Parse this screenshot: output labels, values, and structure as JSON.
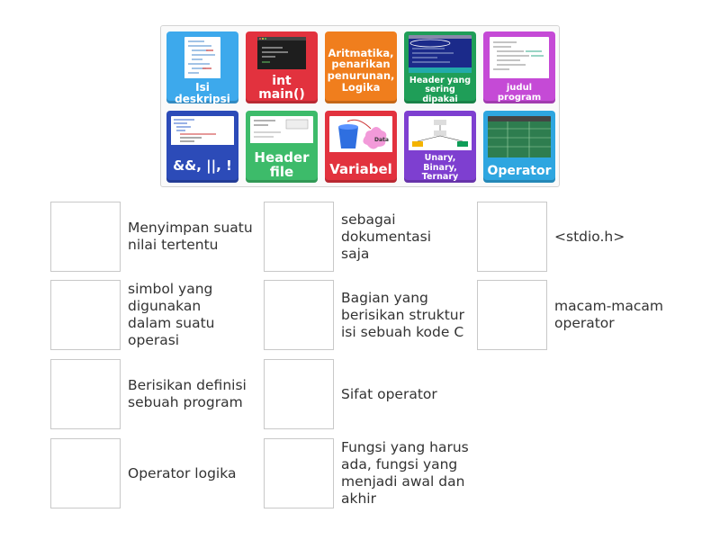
{
  "tiles": [
    {
      "label": "Isi deskripsi",
      "color": "#3da9ec",
      "thumb": "code-listing-image"
    },
    {
      "label": "int main()",
      "color": "#e2323e",
      "thumb": "terminal-output-image"
    },
    {
      "label": "Aritmatika, penarikan penurunan, Logika",
      "color": "#f07e1d",
      "thumb": ""
    },
    {
      "label": "Header yang sering dipakai",
      "color": "#1f9e58",
      "thumb": "ide-screen-image"
    },
    {
      "label": "judul program",
      "color": "#c54ad6",
      "thumb": "code-listing-image"
    },
    {
      "label": "&&, ||, !",
      "color": "#2c4bb8",
      "thumb": "code-listing-image"
    },
    {
      "label": "Header file",
      "color": "#3dbb6a",
      "thumb": "source-file-image"
    },
    {
      "label": "Variabel",
      "color": "#e2323e",
      "thumb": "variable-bucket-image"
    },
    {
      "label": "Unary, Binary, Ternary",
      "color": "#7e3fd0",
      "thumb": "operator-diagram-image"
    },
    {
      "label": "Operator",
      "color": "#2ea6e0",
      "thumb": "operator-chart-image"
    }
  ],
  "clues": [
    {
      "text": "Menyimpan suatu nilai tertentu"
    },
    {
      "text": "simbol yang digunakan dalam suatu operasi"
    },
    {
      "text": "Berisikan definisi sebuah program"
    },
    {
      "text": "Operator logika"
    },
    {
      "text": "sebagai dokumentasi saja"
    },
    {
      "text": "Bagian yang berisikan struktur isi sebuah kode C"
    },
    {
      "text": "Sifat operator"
    },
    {
      "text": "Fungsi yang harus ada, fungsi yang menjadi awal dan akhir"
    },
    {
      "text": "<stdio.h>"
    },
    {
      "text": "macam-macam operator"
    }
  ]
}
